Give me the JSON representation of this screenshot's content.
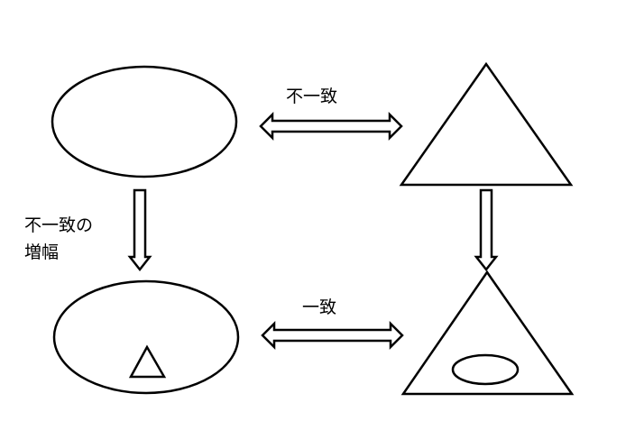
{
  "labels": {
    "top_arrow": "不一致",
    "bottom_arrow": "一致",
    "left_arrow_line1": "不一致の",
    "left_arrow_line2": "増幅"
  },
  "colors": {
    "stroke": "#000000",
    "background": "#ffffff"
  }
}
